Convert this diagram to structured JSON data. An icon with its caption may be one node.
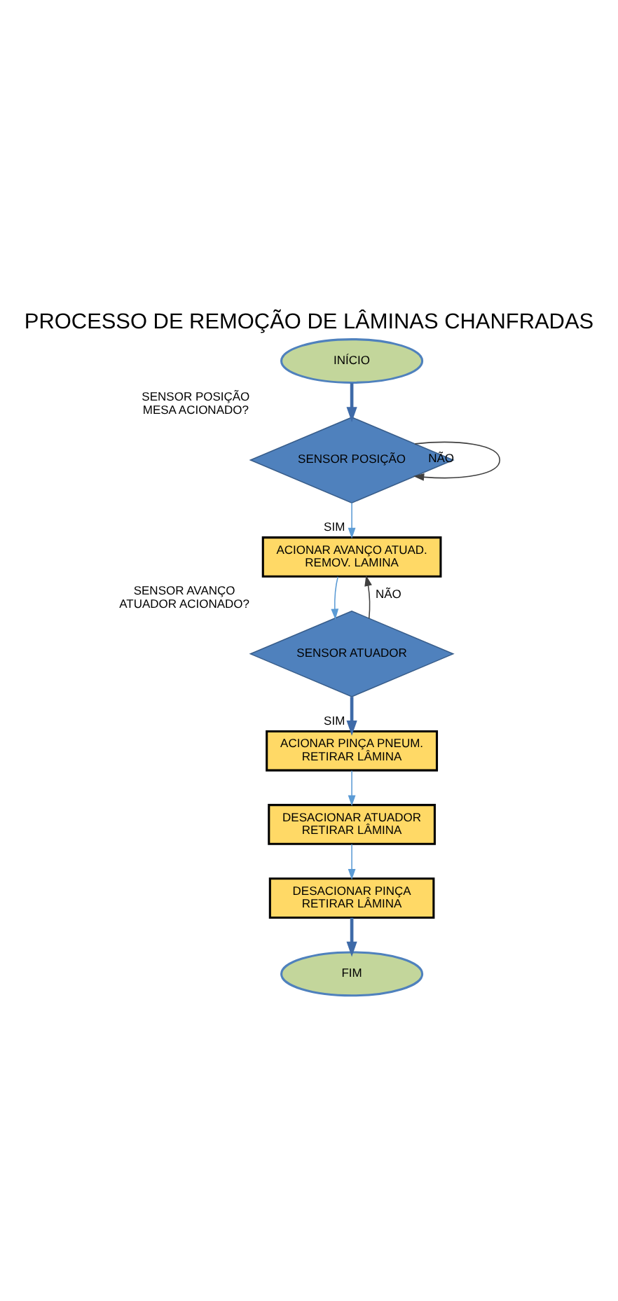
{
  "diagram": {
    "title": "PROCESSO DE REMOÇÃO DE LÂMINAS CHANFRADAS",
    "nodes": [
      {
        "text": [
          "INÍCIO"
        ]
      },
      {
        "text": [
          "SENSOR POSIÇÃO"
        ],
        "beside": [
          "SENSOR POSIÇÃO MESA ACIONADO?"
        ]
      },
      {
        "text": [
          "ACIONAR AVANÇO ATUAD. REMOV. LAMINA"
        ]
      },
      {
        "text": [
          "SENSOR ATUADOR"
        ],
        "beside": [
          "SENSOR AVANÇO ATUADOR ACIONADO?"
        ]
      },
      {
        "text": [
          "ACIONAR PINÇA PNEUM. RETIRAR LÂMINA"
        ]
      },
      {
        "text": [
          "DESACIONAR ATUADOR RETIRAR LÂMINA"
        ]
      },
      {
        "text": [
          "DESACIONAR PINÇA RETIRAR LÂMINA"
        ]
      },
      {
        "text": [
          "FIM"
        ]
      }
    ],
    "edges": [
      {
        "from": 0,
        "to": 1,
        "arrow": "to",
        "style": "thick",
        "color": "#3e6aa8"
      },
      {
        "from": 1,
        "to": 1,
        "arrow": "to",
        "label": "NÃO",
        "color": "#404040"
      },
      {
        "from": 1,
        "to": 2,
        "arrow": "to",
        "label": "SIM"
      },
      {
        "from": 2,
        "to": 3,
        "arrow": "to"
      },
      {
        "from": 3,
        "to": 2,
        "arrow": "to",
        "label": "NÃO",
        "color": "#404040"
      },
      {
        "from": 3,
        "to": 4,
        "arrow": "to",
        "label": "SIM",
        "style": "thick",
        "color": "#3e6aa8"
      },
      {
        "from": 4,
        "to": 5,
        "arrow": "to"
      },
      {
        "from": 5,
        "to": 6,
        "arrow": "to"
      },
      {
        "from": 6,
        "to": 7,
        "arrow": "to",
        "style": "thick",
        "color": "#3e6aa8"
      }
    ]
  }
}
